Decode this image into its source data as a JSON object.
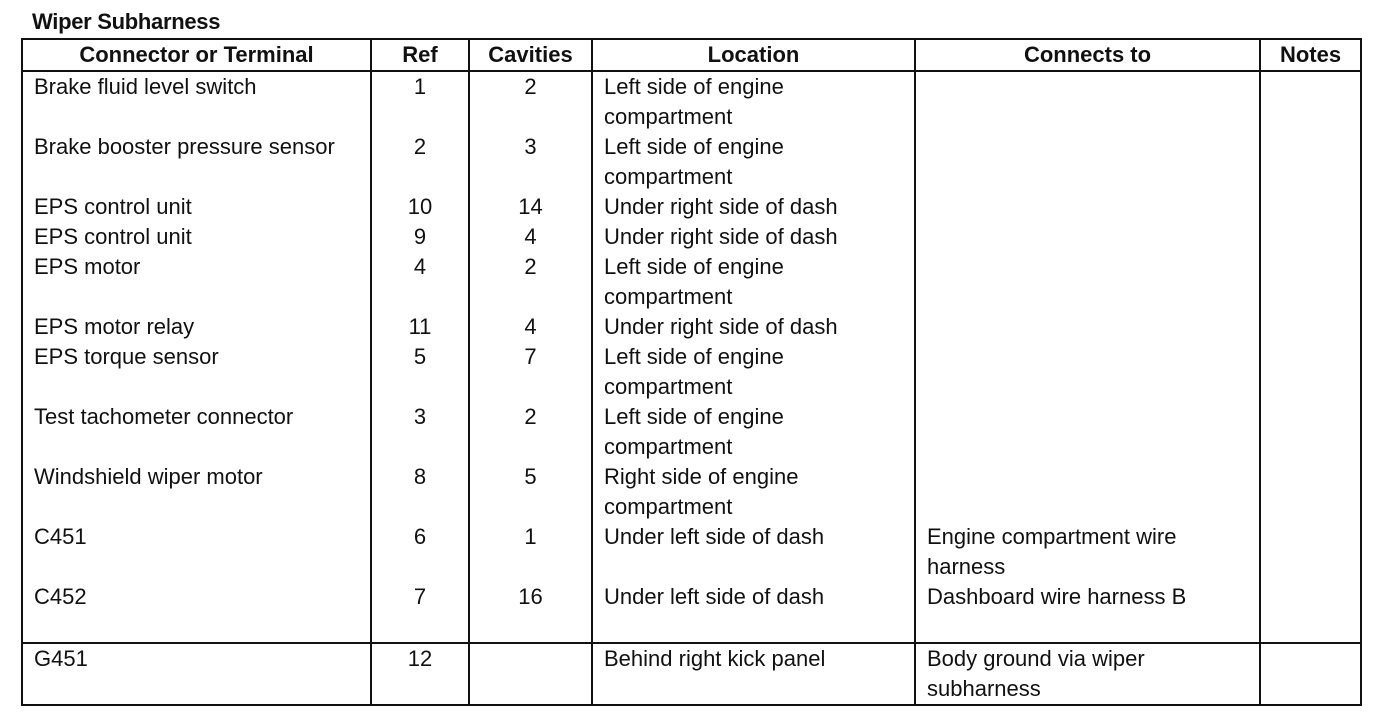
{
  "title": "Wiper Subharness",
  "table": {
    "headers": [
      "Connector or Terminal",
      "Ref",
      "Cavities",
      "Location",
      "Connects to",
      "Notes"
    ],
    "rows": [
      {
        "connector": "Brake fluid level switch",
        "ref": "1",
        "cavities": "2",
        "location": "Left side of engine compartment",
        "connects_to": "",
        "notes": ""
      },
      {
        "connector": "Brake booster pressure sensor",
        "ref": "2",
        "cavities": "3",
        "location": "Left side of engine compartment",
        "connects_to": "",
        "notes": ""
      },
      {
        "connector": "EPS control unit",
        "ref": "10",
        "cavities": "14",
        "location": "Under right side of dash",
        "connects_to": "",
        "notes": ""
      },
      {
        "connector": "EPS control unit",
        "ref": "9",
        "cavities": "4",
        "location": "Under right side of dash",
        "connects_to": "",
        "notes": ""
      },
      {
        "connector": "EPS motor",
        "ref": "4",
        "cavities": "2",
        "location": "Left side of engine compartment",
        "connects_to": "",
        "notes": ""
      },
      {
        "connector": "EPS motor relay",
        "ref": "11",
        "cavities": "4",
        "location": "Under right side of dash",
        "connects_to": "",
        "notes": ""
      },
      {
        "connector": "EPS torque sensor",
        "ref": "5",
        "cavities": "7",
        "location": "Left side of engine compartment",
        "connects_to": "",
        "notes": ""
      },
      {
        "connector": "Test tachometer connector",
        "ref": "3",
        "cavities": "2",
        "location": "Left side of engine compartment",
        "connects_to": "",
        "notes": ""
      },
      {
        "connector": "Windshield wiper motor",
        "ref": "8",
        "cavities": "5",
        "location": "Right side of engine compartment",
        "connects_to": "",
        "notes": ""
      },
      {
        "connector": "C451",
        "ref": "6",
        "cavities": "1",
        "location": "Under left side of dash",
        "connects_to": "Engine compartment wire harness",
        "notes": ""
      },
      {
        "connector": "C452",
        "ref": "7",
        "cavities": "16",
        "location": "Under left side of dash",
        "connects_to": "Dashboard wire harness B",
        "notes": ""
      },
      {
        "connector": "G451",
        "ref": "12",
        "cavities": "",
        "location": "Behind right kick panel",
        "connects_to": "Body ground via wiper subharness",
        "notes": ""
      }
    ]
  }
}
